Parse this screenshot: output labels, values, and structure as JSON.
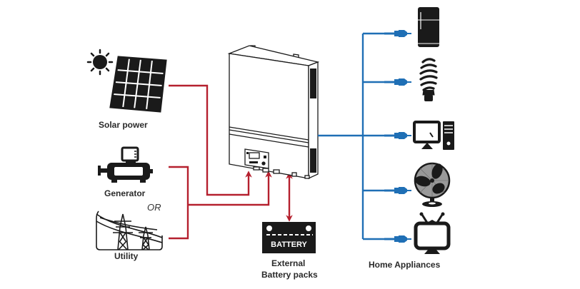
{
  "title": "Off-grid solar inverter system connection diagram",
  "colors": {
    "input_line": "#b5202e",
    "output_line": "#1f6fb5",
    "icon": "#1a1a1a",
    "background": "#ffffff"
  },
  "sources": {
    "solar": {
      "label": "Solar power",
      "icon": "solar-panel-icon"
    },
    "generator": {
      "label": "Generator",
      "icon": "generator-icon"
    },
    "or_label": "OR",
    "utility": {
      "label": "Utility",
      "icon": "power-tower-icon"
    }
  },
  "inverter": {
    "icon": "inverter-icon"
  },
  "battery": {
    "badge_text": "BATTERY",
    "label_line1": "External",
    "label_line2": "Battery packs",
    "icon": "battery-icon"
  },
  "appliances": {
    "label": "Home Appliances",
    "items": [
      {
        "name": "refrigerator",
        "icon": "refrigerator-icon"
      },
      {
        "name": "light-bulb",
        "icon": "light-bulb-icon"
      },
      {
        "name": "computer",
        "icon": "computer-icon"
      },
      {
        "name": "fan",
        "icon": "fan-icon"
      },
      {
        "name": "television",
        "icon": "tv-icon"
      }
    ]
  }
}
